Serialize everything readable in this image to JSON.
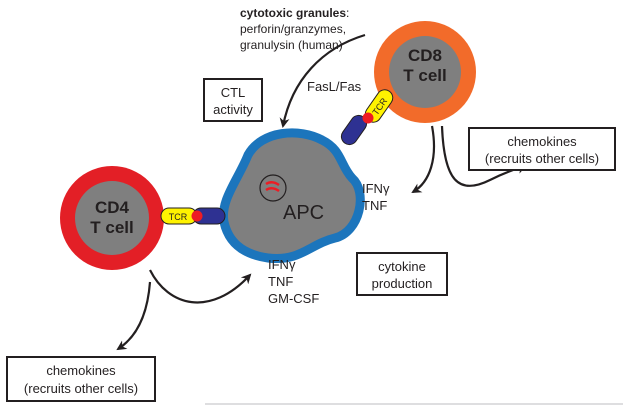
{
  "granules": {
    "title": "cytotoxic granules",
    "title_colon": ":",
    "line2": "perforin/granzymes,",
    "line3": "granulysin (human)"
  },
  "cd8": {
    "line1": "CD8",
    "line2": "T cell"
  },
  "cd4": {
    "line1": "CD4",
    "line2": "T cell"
  },
  "apc": {
    "label": "APC"
  },
  "tcr_label": "TCR",
  "ctl_box": {
    "line1": "CTL",
    "line2": "activity"
  },
  "fasl": "FasL/Fas",
  "chemokines_right": {
    "line1": "chemokines",
    "line2": "(recruits other cells)"
  },
  "chemokines_left": {
    "line1": "chemokines",
    "line2": "(recruits other cells)"
  },
  "cd8_cytokines": {
    "line1": "IFNγ",
    "line2": "TNF"
  },
  "cd4_cytokines": {
    "line1": "IFNγ",
    "line2": "TNF",
    "line3": "GM-CSF"
  },
  "cytokine_box": {
    "line1": "cytokine",
    "line2": "production"
  },
  "colors": {
    "cd8_outer": "#f26b2a",
    "cd4_outer": "#e31f26",
    "cell_inner": "#7f7f7f",
    "apc_fill": "#7f7f7f",
    "apc_border": "#1c75bc",
    "tcr_yellow": "#fff200",
    "mhc_blue": "#2e3192",
    "granule_red": "#ed1c24"
  }
}
